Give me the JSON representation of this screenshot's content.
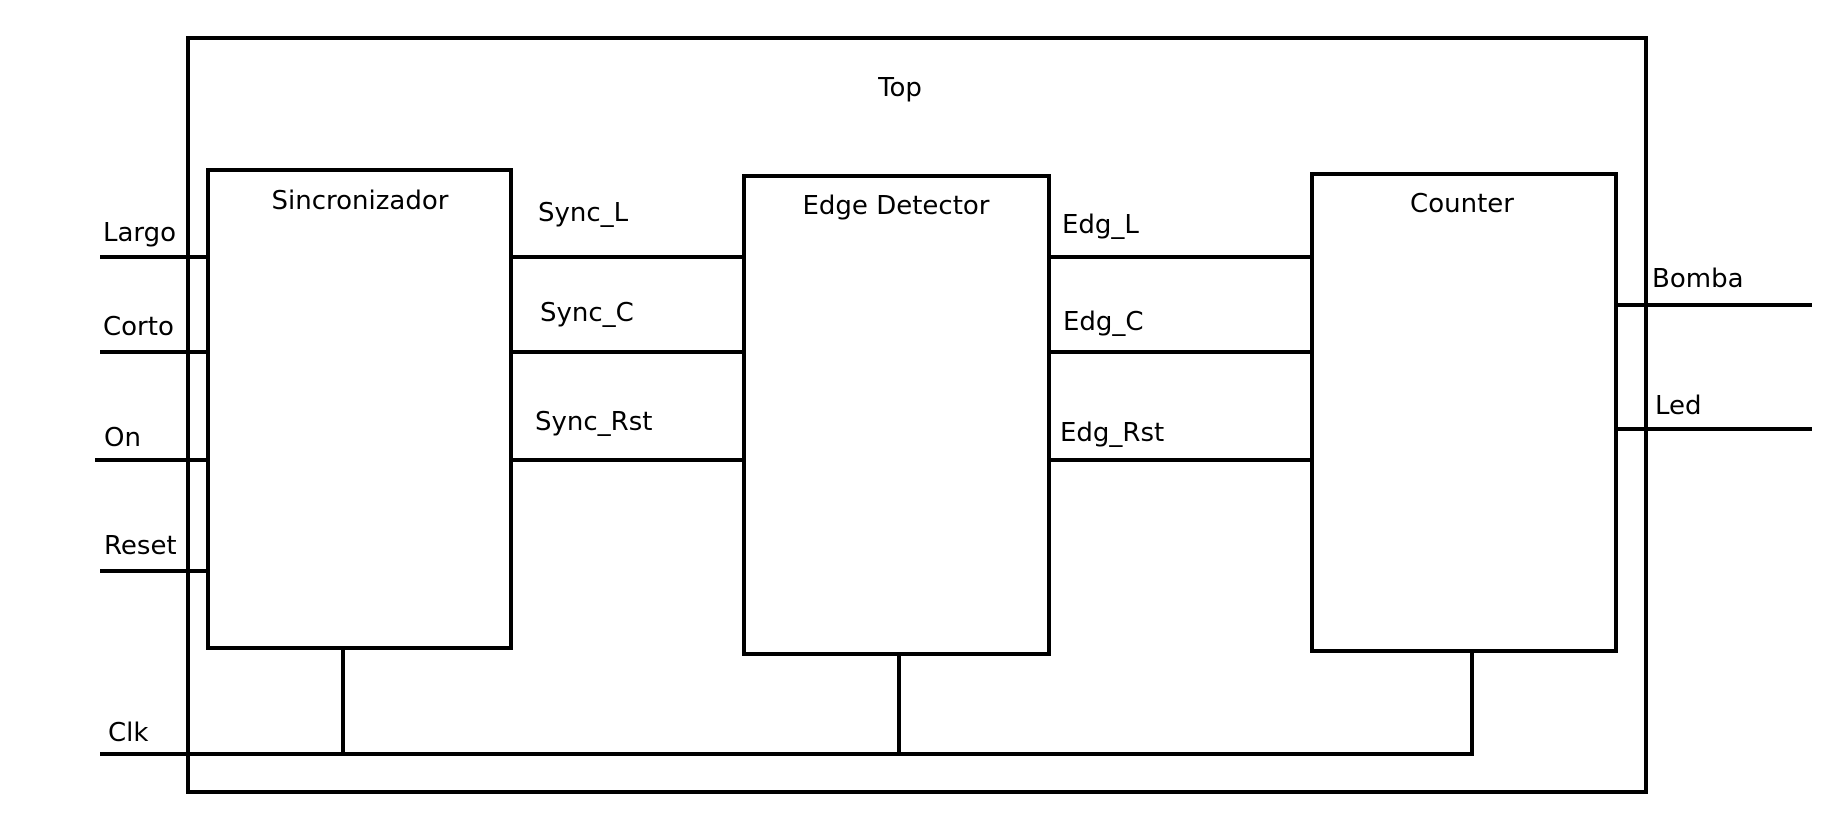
{
  "top": {
    "title": "Top"
  },
  "blocks": {
    "sincronizador": {
      "title": "Sincronizador"
    },
    "edge_detector": {
      "title": "Edge Detector"
    },
    "counter": {
      "title": "Counter"
    }
  },
  "inputs": {
    "largo": "Largo",
    "corto": "Corto",
    "on": "On",
    "reset": "Reset",
    "clk": "Clk"
  },
  "signals": {
    "sync_l": "Sync_L",
    "sync_c": "Sync_C",
    "sync_rst": "Sync_Rst",
    "edg_l": "Edg_L",
    "edg_c": "Edg_C",
    "edg_rst": "Edg_Rst"
  },
  "outputs": {
    "bomba": "Bomba",
    "led": "Led"
  },
  "colors": {
    "stroke": "#000000",
    "background": "#ffffff"
  }
}
